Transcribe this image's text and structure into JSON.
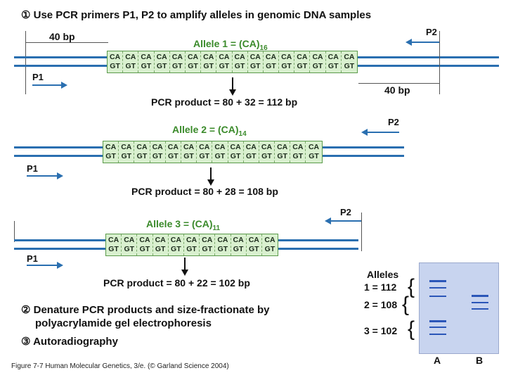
{
  "steps": {
    "step1": {
      "num": "①",
      "text": "Use PCR primers P1, P2 to amplify alleles in genomic DNA samples"
    },
    "step2": {
      "num": "②",
      "line1": "Denature PCR products and size-fractionate by",
      "line2": "polyacrylamide gel electrophoresis"
    },
    "step3": {
      "num": "③",
      "text": "Autoradiography"
    }
  },
  "labels": {
    "bp40_left": "40 bp",
    "bp40_right": "40 bp",
    "p1": "P1",
    "p2": "P2"
  },
  "repeat_unit": {
    "top": "CA",
    "bottom": "GT"
  },
  "alleles": [
    {
      "name": "Allele 1 = (CA)",
      "sub": "16",
      "repeats": 16,
      "product": "PCR product = 80 + 32 = 112 bp"
    },
    {
      "name": "Allele 2 = (CA)",
      "sub": "14",
      "repeats": 14,
      "product": "PCR product = 80 + 28 = 108 bp"
    },
    {
      "name": "Allele 3 = (CA)",
      "sub": "11",
      "repeats": 11,
      "product": "PCR product = 80 + 22 = 102 bp"
    }
  ],
  "gel": {
    "title": "Alleles",
    "sizes": [
      "1 = 112",
      "2 = 108",
      "3 = 102"
    ],
    "lanes": [
      "A",
      "B"
    ],
    "color": "#c8d4ef"
  },
  "caption": "Figure 7-7   Human Molecular Genetics, 3/e.  (© Garland Science 2004)",
  "colors": {
    "dna": "#2a6fb0",
    "allele_text": "#3a8a2a",
    "repeat_fill": "#d9f0cf"
  }
}
